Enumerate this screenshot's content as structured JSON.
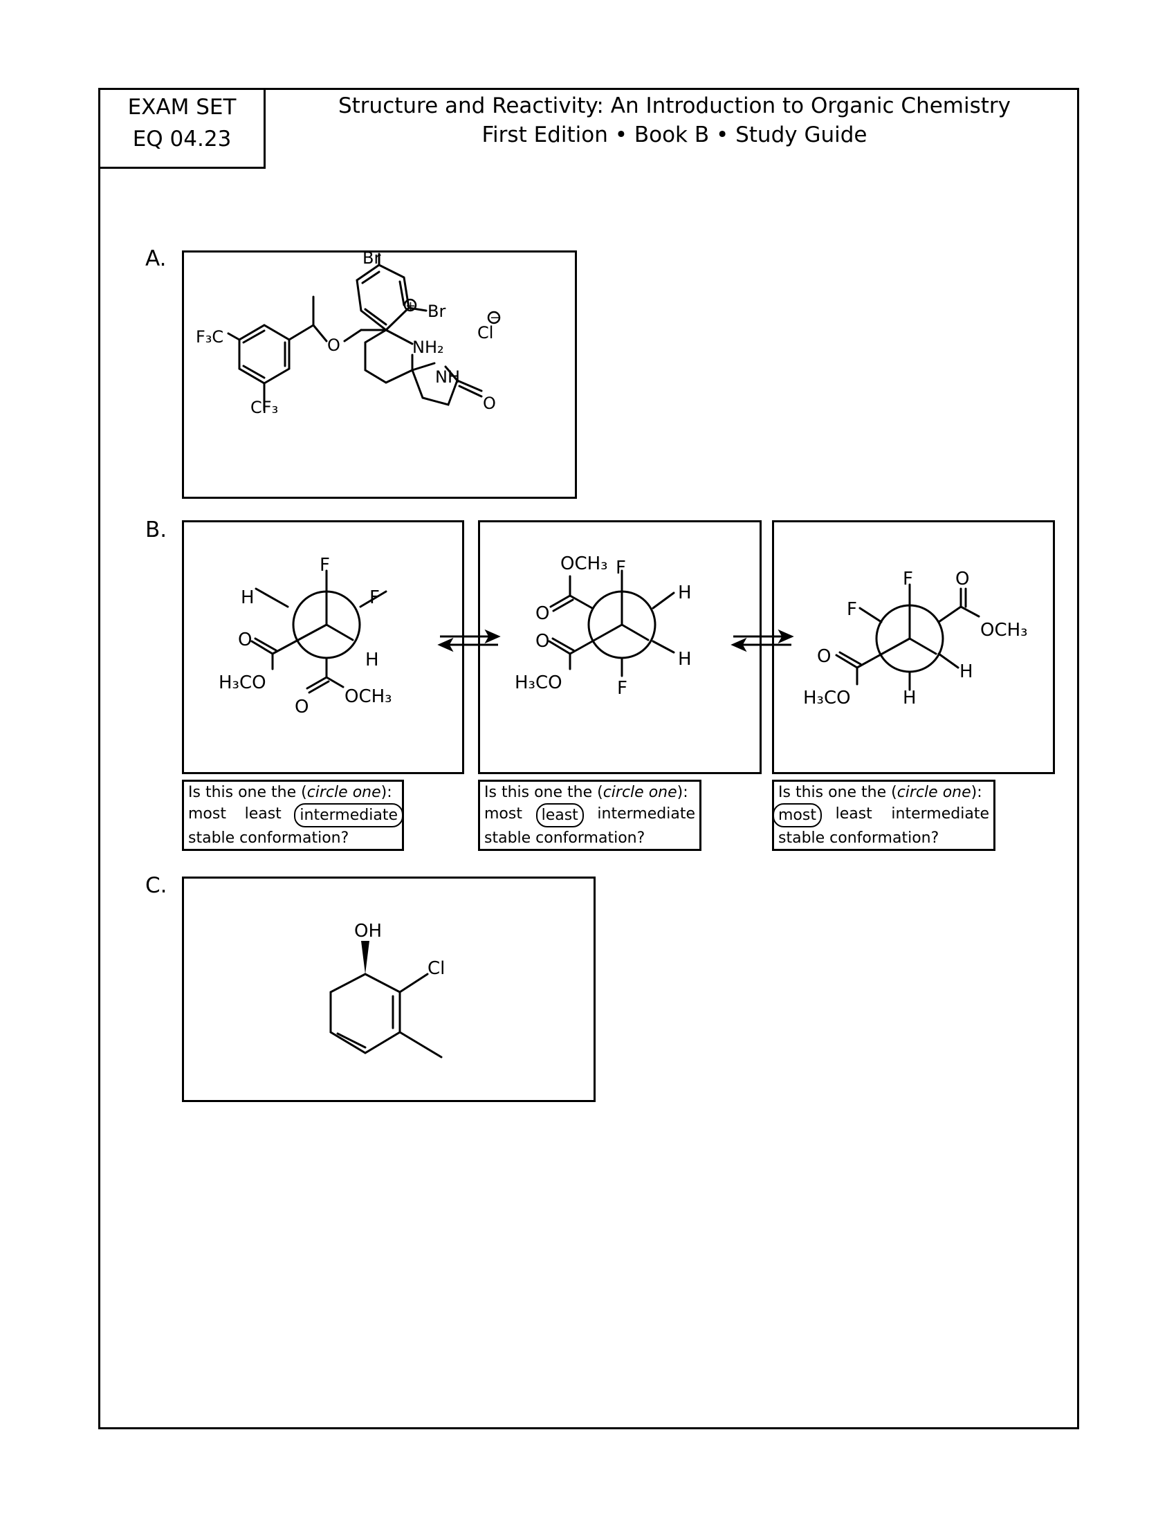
{
  "id_box": {
    "line1": "EXAM SET",
    "line2": "EQ 04.23"
  },
  "header": {
    "title": "Structure and Reactivity: An Introduction to Organic Chemistry",
    "subtitle": "First Edition • Book B • Study Guide"
  },
  "sections": {
    "a": "A.",
    "b": "B.",
    "c": "C."
  },
  "question": {
    "prompt_prefix": "Is this one the (",
    "prompt_italic": "circle one",
    "prompt_suffix": "):",
    "options": [
      "most",
      "least",
      "intermediate"
    ],
    "line3": "stable conformation?"
  },
  "answers": [
    "intermediate",
    "least",
    "most"
  ],
  "atoms": {
    "br": "Br",
    "cl": "Cl",
    "o": "O",
    "f": "F",
    "h": "H",
    "nh": "NH",
    "nh2": "NH₂",
    "f3c": "F₃C",
    "cf3": "CF₃",
    "h3co": "H₃CO",
    "och3": "OCH₃",
    "oh": "OH",
    "plus": "+",
    "minus": "−"
  },
  "icons": [
    "equilibrium-arrows-icon",
    "equilibrium-arrows-icon"
  ]
}
